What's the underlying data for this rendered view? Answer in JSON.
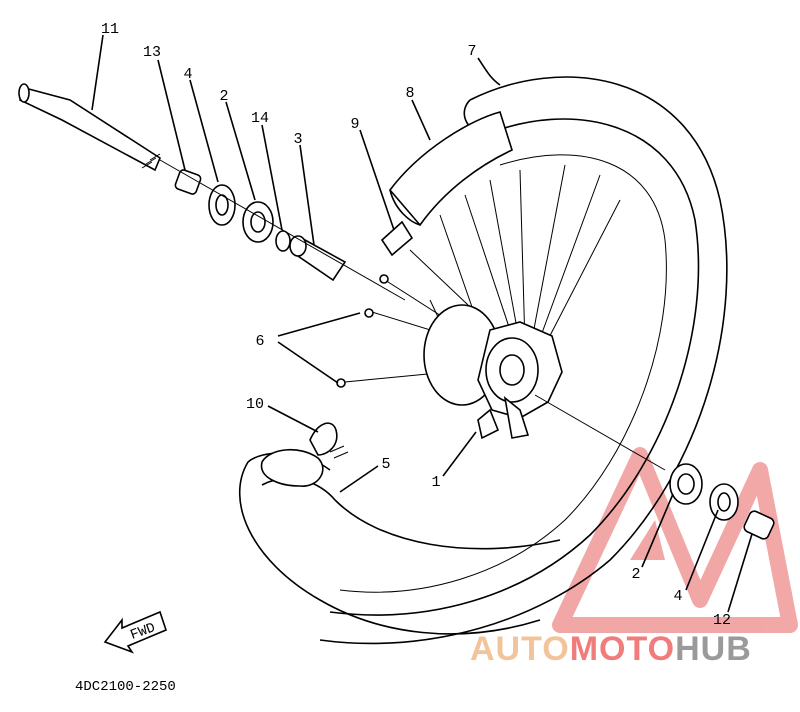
{
  "callouts": {
    "p1": "1",
    "p2a": "2",
    "p2b": "2",
    "p3": "3",
    "p4a": "4",
    "p4b": "4",
    "p5": "5",
    "p6": "6",
    "p7": "7",
    "p8": "8",
    "p9": "9",
    "p10": "10",
    "p11": "11",
    "p12": "12",
    "p13": "13",
    "p14": "14"
  },
  "fwd_label": "FWD",
  "drawing_code": "4DC2100-2250",
  "watermark": {
    "part1": "AUTO",
    "part2": "MOTO",
    "part3": "HUB",
    "color_auto": "#f2c49a",
    "color_moto": "#f07c7c",
    "color_hub": "#9a9a9a"
  }
}
